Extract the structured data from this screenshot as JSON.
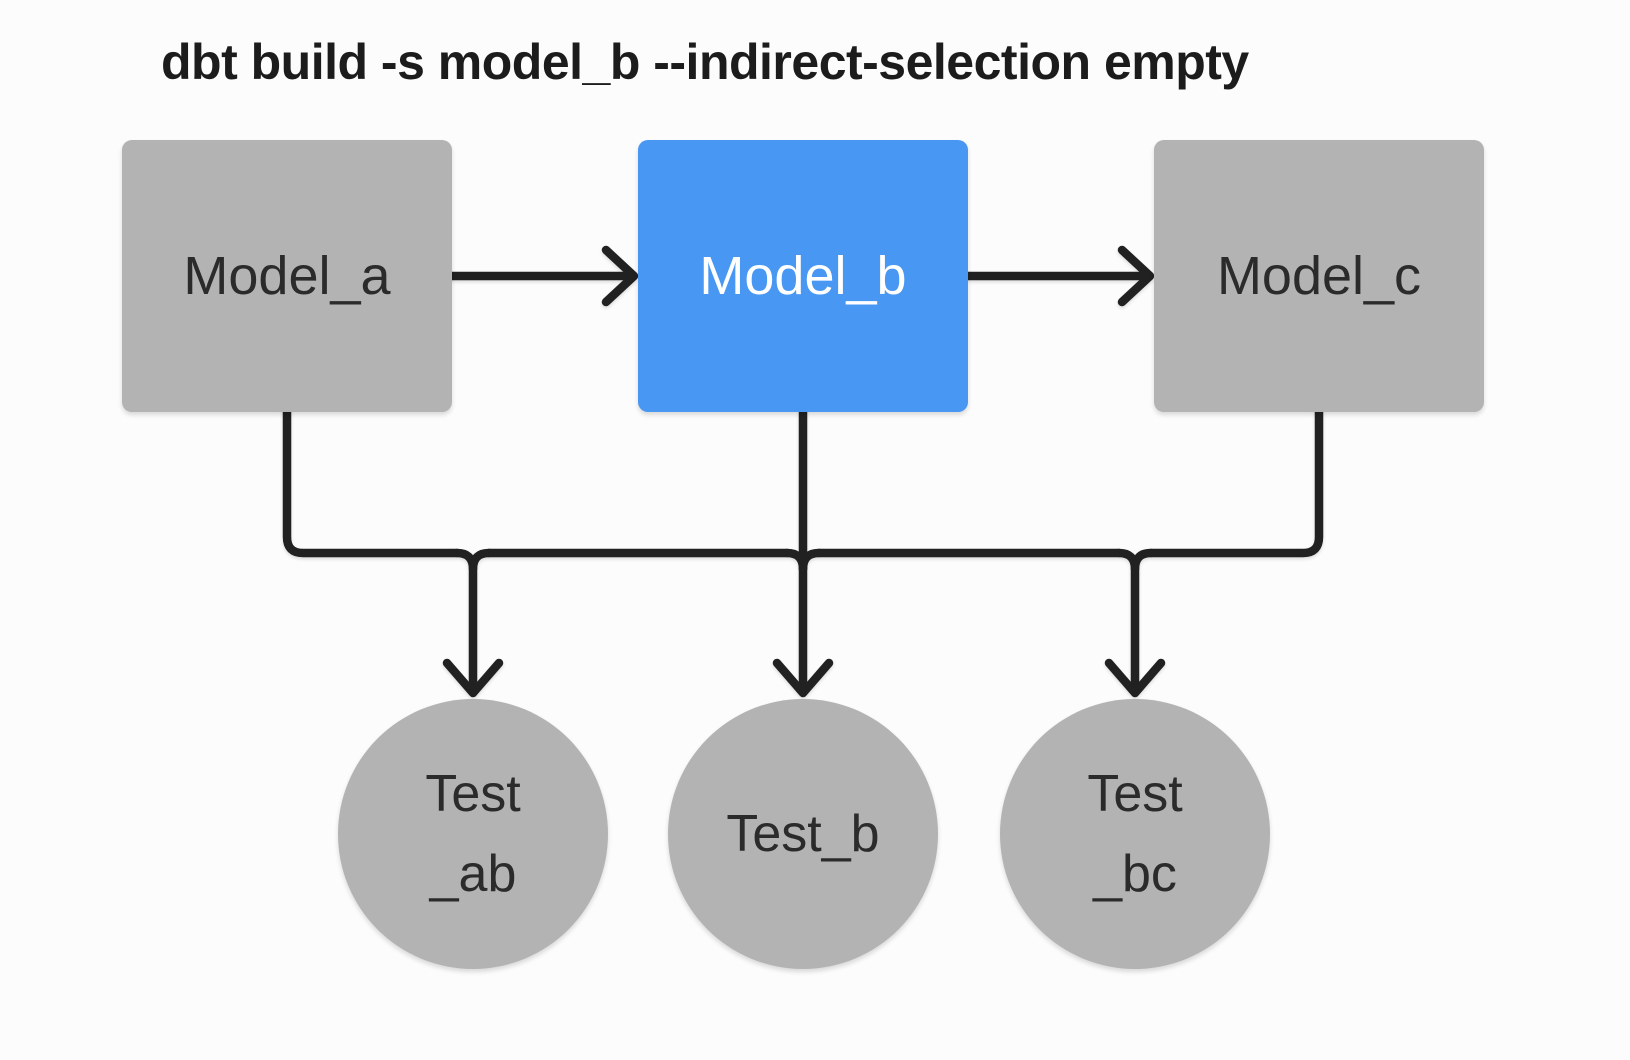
{
  "title": "dbt build -s model_b --indirect-selection empty",
  "diagram": {
    "models": [
      {
        "id": "model_a",
        "label": "Model_a",
        "highlighted": false
      },
      {
        "id": "model_b",
        "label": "Model_b",
        "highlighted": true
      },
      {
        "id": "model_c",
        "label": "Model_c",
        "highlighted": false
      }
    ],
    "tests": [
      {
        "id": "test_ab",
        "line1": "Test",
        "line2": "_ab"
      },
      {
        "id": "test_b",
        "line1": "Test_b",
        "line2": ""
      },
      {
        "id": "test_bc",
        "line1": "Test",
        "line2": "_bc"
      }
    ],
    "edges": [
      {
        "from": "model_a",
        "to": "model_b",
        "type": "arrow-right"
      },
      {
        "from": "model_b",
        "to": "model_c",
        "type": "arrow-right"
      },
      {
        "from": "merged-model-line",
        "to": "test_ab",
        "type": "arrow-down"
      },
      {
        "from": "merged-model-line",
        "to": "test_b",
        "type": "arrow-down"
      },
      {
        "from": "merged-model-line",
        "to": "test_bc",
        "type": "arrow-down"
      }
    ]
  },
  "colors": {
    "background": "#fcfcfc",
    "node_gray": "#b3b3b3",
    "node_selected_blue": "#4897f3",
    "line": "#212121",
    "title_text": "#1c1c1c",
    "node_text_dark": "#2b2b2b",
    "node_text_light": "#ffffff"
  }
}
